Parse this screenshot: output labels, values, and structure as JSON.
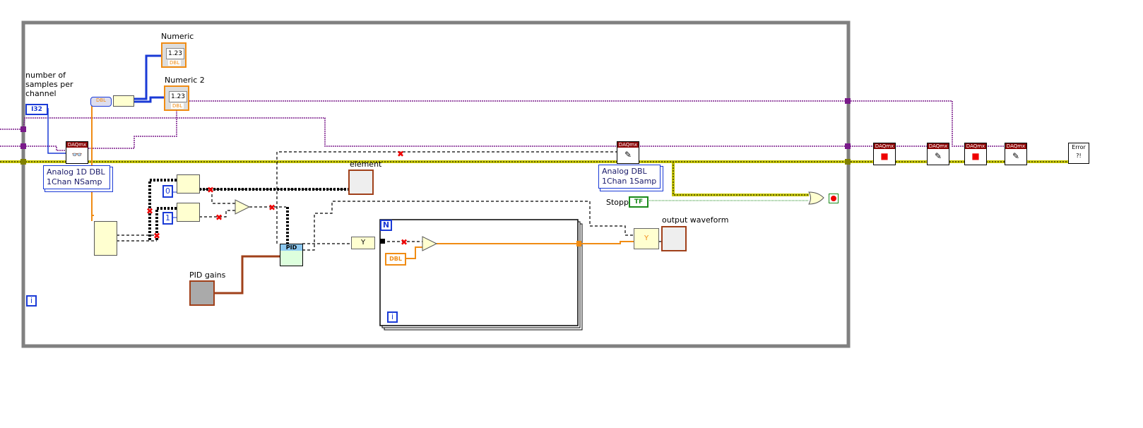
{
  "labels": {
    "samples_per_channel": "number of samples per channel",
    "numeric": "Numeric",
    "numeric2": "Numeric 2",
    "element": "element",
    "pid_gains": "PID gains",
    "output_waveform": "output waveform",
    "stopp": "Stopp"
  },
  "controls": {
    "i32": "I32",
    "numeric_value": "1.23",
    "numeric2_value": "1.23",
    "dbl_tag": "DBL",
    "tf": "TF",
    "const0": "0",
    "const1": "1",
    "loop_count": "N",
    "loop_index": "i",
    "while_index": "i",
    "pid": "PID",
    "y": "Y"
  },
  "read_polymorph": {
    "line1": "Analog 1D DBL",
    "line2": "1Chan NSamp"
  },
  "write_polymorph": {
    "line1": "Analog DBL",
    "line2": "1Chan 1Samp"
  },
  "daqmx": "DAQmx",
  "error_handler": "Error ?!",
  "colors": {
    "error_wire": "#c8c800",
    "purple_wire": "#7a1a8a",
    "orange_wire": "#f08c14",
    "blue_wire": "#1a3ad6",
    "loop_border": "#808080"
  }
}
